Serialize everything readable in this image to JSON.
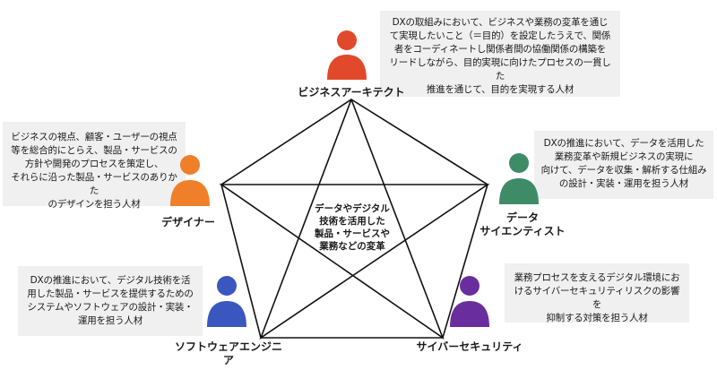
{
  "roles": {
    "business_architect": {
      "label": "ビジネスアーキテクト",
      "description": "DXの取組みにおいて、ビジネスや業務の変革を通じ\nて実現したいこと（＝目的）を設定したうえで、関係\n者をコーディネートし関係者間の協働関係の構築を\nリードしながら、目的実現に向けたプロセスの一貫した\n推進を通じて、目的を実現する人材",
      "color": "#e04a2a"
    },
    "designer": {
      "label": "デザイナー",
      "description": "ビジネスの視点、顧客・ユーザーの視点\n等を総合的にとらえ、製品・サービスの\n方針や開発のプロセスを策定し、\nそれらに沿った製品・サービスのありかた\nのデザインを担う人材",
      "color": "#f07f2a"
    },
    "data_scientist": {
      "label": "データ\nサイエンティスト",
      "description": "DXの推進において、データを活用した\n業務変革や新規ビジネスの実現に\n向けて、データを収集・解析する仕組み\nの設計・実装・運用を担う人材",
      "color": "#3e8b68"
    },
    "software_engineer": {
      "label": "ソフトウェアエンジニア",
      "description": "DXの推進において、デジタル技術を活\n用した製品・サービスを提供するための\nシステムやソフトウェアの設計・実装・\n運用を担う人材",
      "color": "#3a57c0"
    },
    "cyber_security": {
      "label": "サイバーセキュリティ",
      "description": "業務プロセスを支えるデジタル環境にお\nけるサイバーセキュリティリスクの影響を\n抑制する対策を担う人材",
      "color": "#6a2d9e"
    }
  },
  "center": {
    "text": "データやデジタル\n技術を活用した\n製品・サービスや\n業務などの変革"
  },
  "icons": {
    "person": "person-icon"
  }
}
